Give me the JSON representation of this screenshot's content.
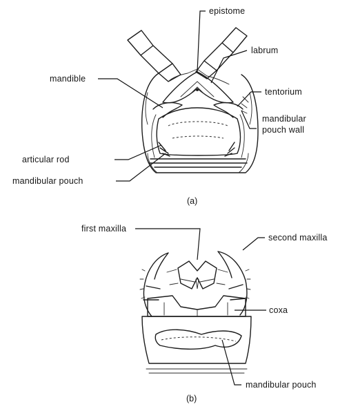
{
  "figure_a": {
    "labels": {
      "epistome": "epistome",
      "labrum": "labrum",
      "mandible": "mandible",
      "tentorium": "tentorium",
      "mandibular_pouch_wall_line1": "mandibular",
      "mandibular_pouch_wall_line2": "pouch wall",
      "articular_rod": "articular rod",
      "mandibular_pouch": "mandibular pouch"
    },
    "caption": "(a)"
  },
  "figure_b": {
    "labels": {
      "first_maxilla": "first maxilla",
      "second_maxilla": "second maxilla",
      "coxa": "coxa",
      "mandibular_pouch": "mandibular pouch"
    },
    "caption": "(b)"
  },
  "colors": {
    "ink": "#1c1c1c",
    "background": "#ffffff"
  }
}
